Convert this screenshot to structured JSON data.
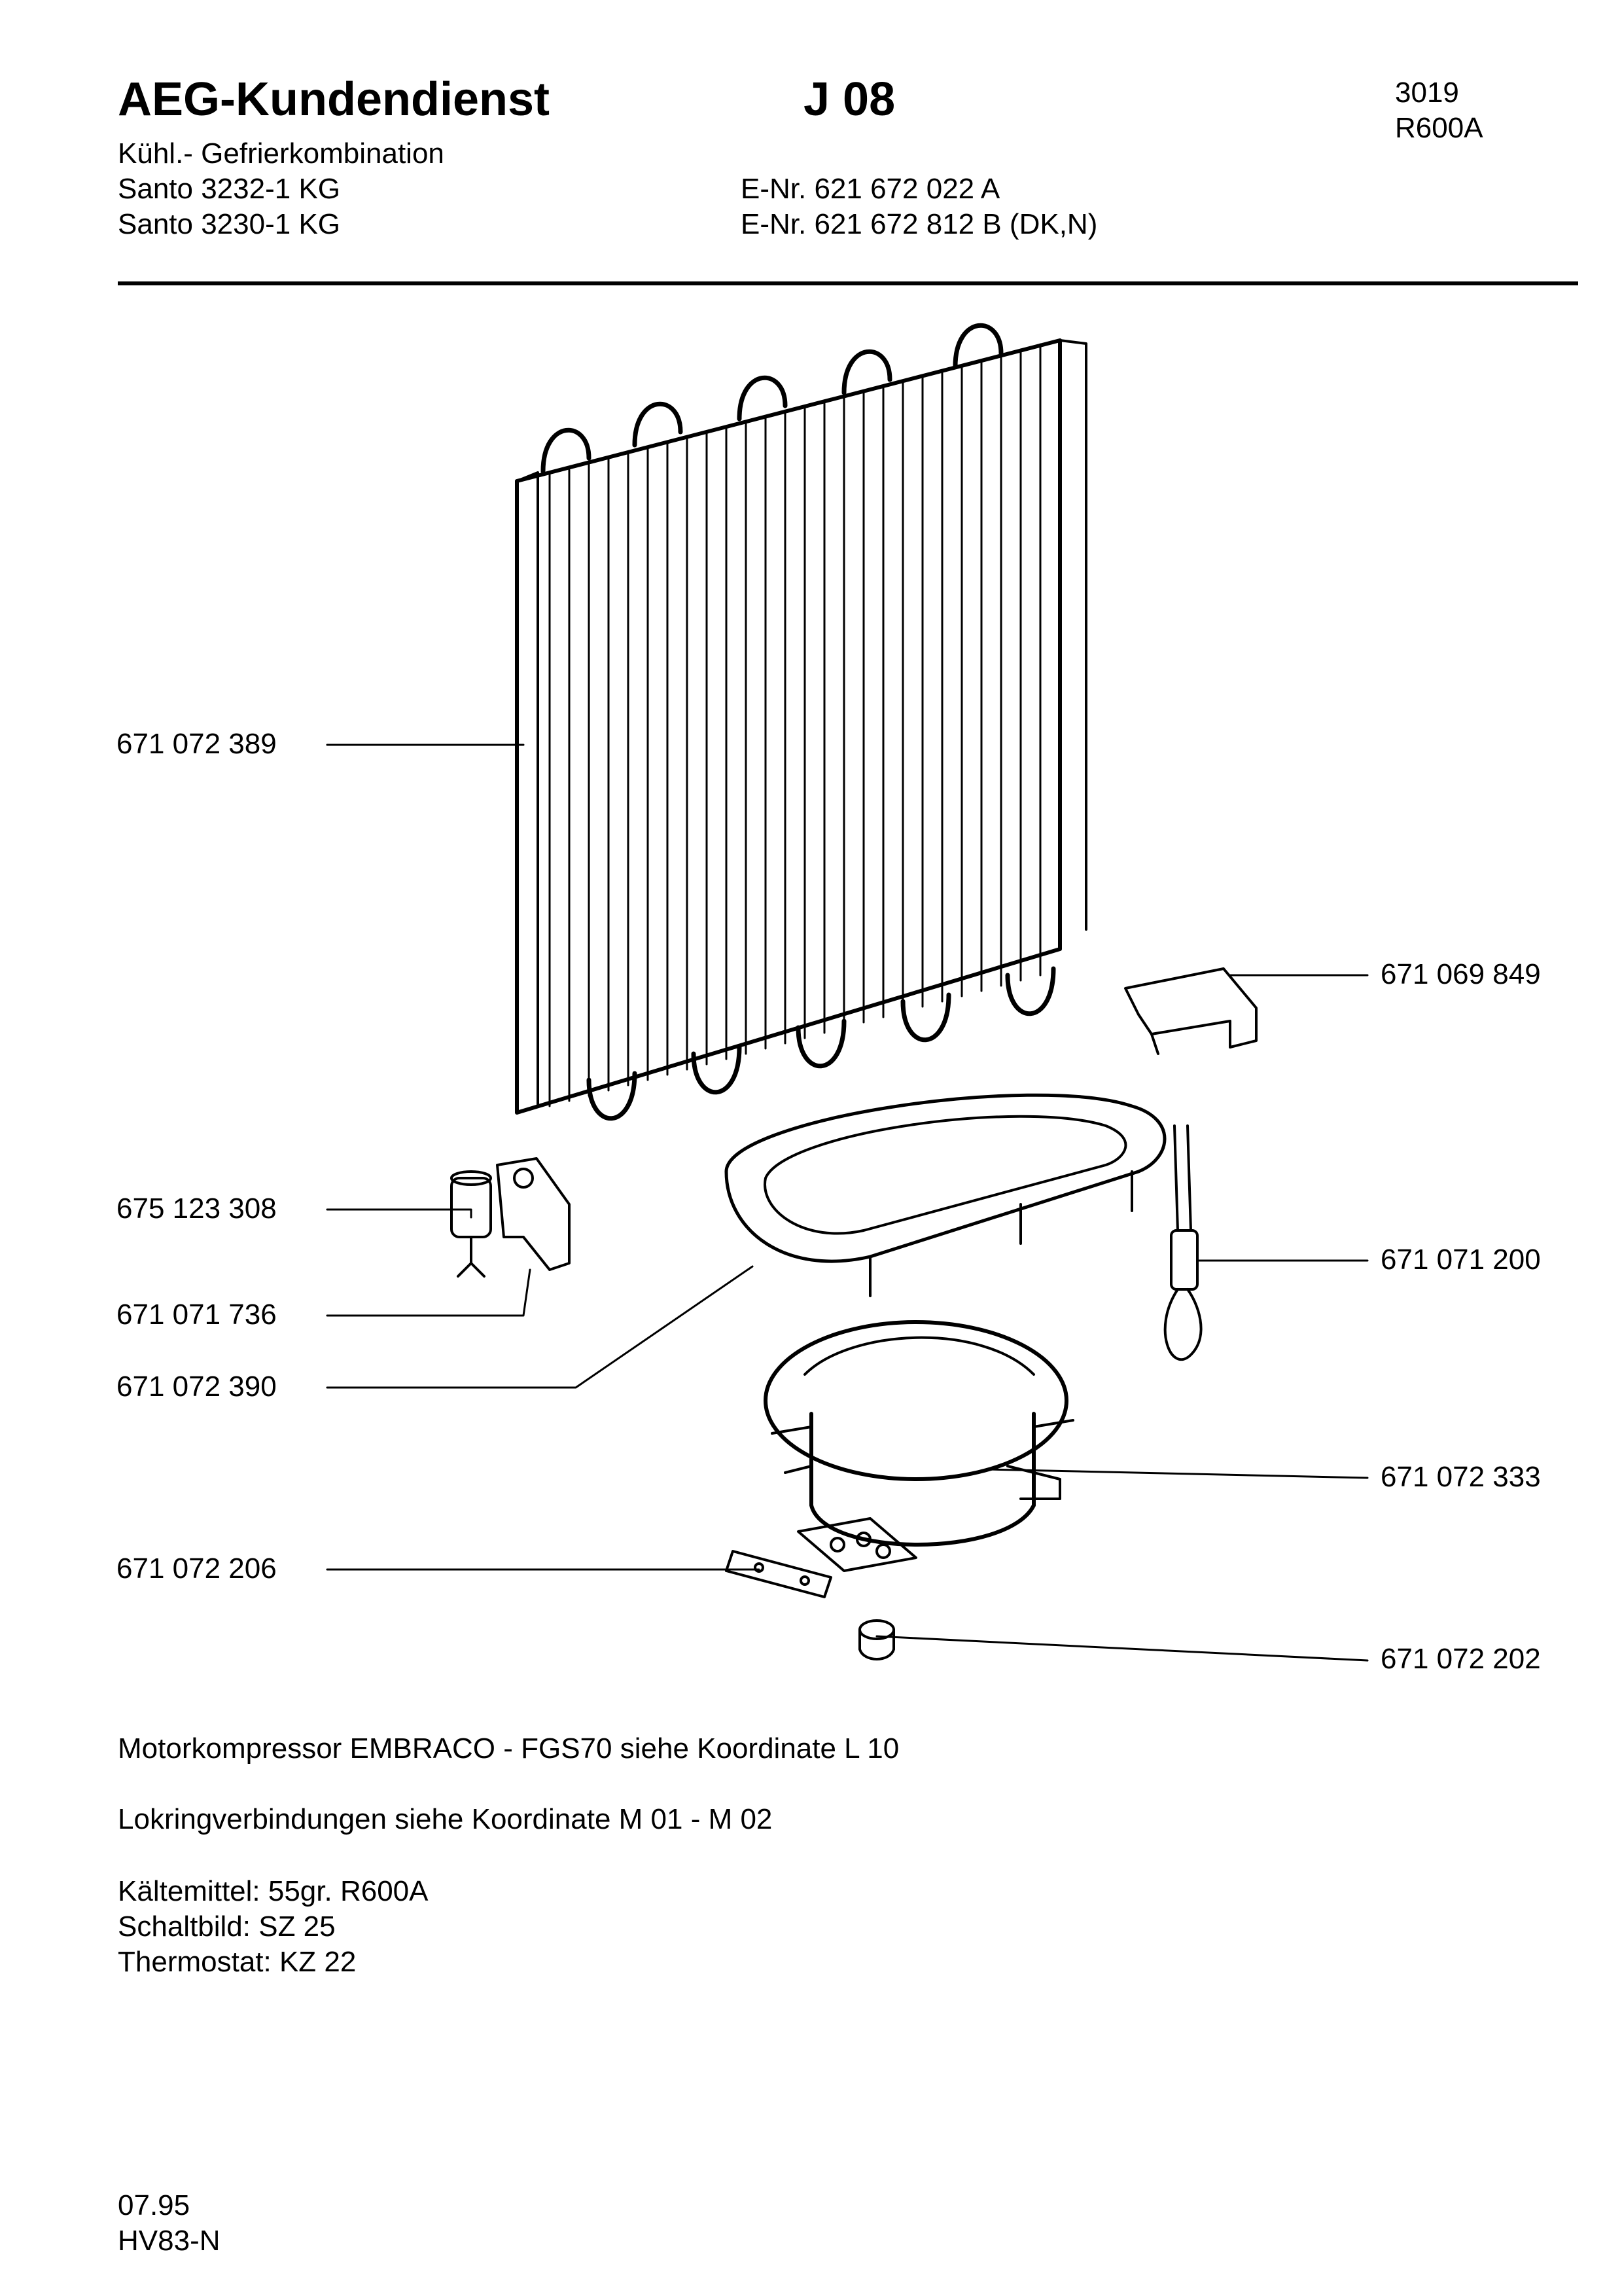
{
  "header": {
    "brand": "AEG-Kundendienst",
    "code": "J 08",
    "number": "3019",
    "refrigerant_code": "R600A",
    "category": "Kühl.- Gefrierkombination",
    "models": [
      {
        "name": "Santo 3232-1 KG",
        "enr": "E-Nr. 621 672 022 A"
      },
      {
        "name": "Santo 3230-1 KG",
        "enr": "E-Nr. 621 672 812 B  (DK,N)"
      }
    ]
  },
  "parts": {
    "condenser": "671 072 389",
    "clip": "671 069 849",
    "relay": "675 123 308",
    "relay_bracket": "671 071 736",
    "drip_tray": "671 072 390",
    "capillary_sensor": "671 071 200",
    "compressor": "671 072 333",
    "mount_plate": "671 072 206",
    "rubber_grommet": "671 072 202"
  },
  "notes": {
    "compressor": "Motorkompressor EMBRACO - FGS70 siehe Koordinate L 10",
    "lokring": "Lokringverbindungen siehe Koordinate M 01 - M 02",
    "refrigerant": "Kältemittel: 55gr. R600A",
    "wiring": "Schaltbild: SZ 25",
    "thermostat": "Thermostat: KZ 22"
  },
  "footer": {
    "date": "07.95",
    "ref": "HV83-N"
  }
}
